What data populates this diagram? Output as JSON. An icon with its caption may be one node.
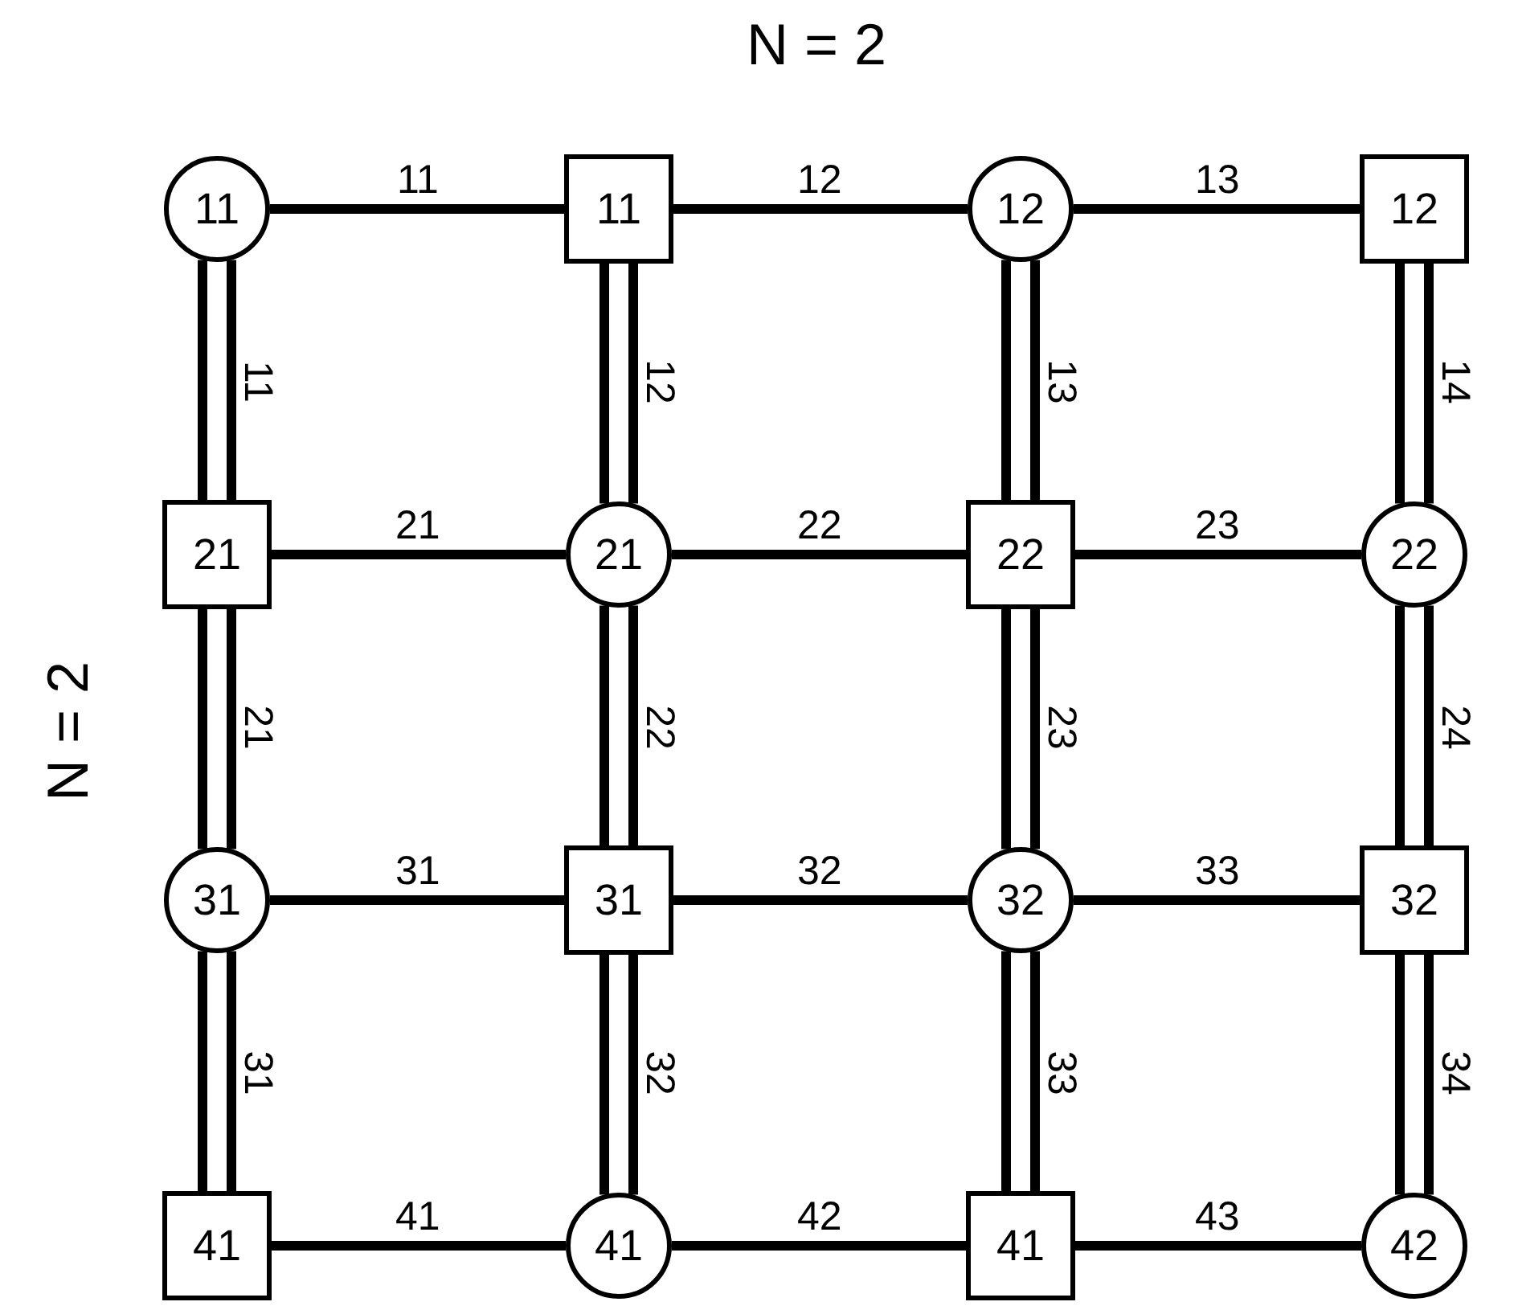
{
  "diagram": {
    "title": "N = 2",
    "nodes": [
      {
        "text": [
          "11"
        ]
      },
      {
        "text": [
          "11"
        ]
      },
      {
        "text": [
          "12"
        ]
      },
      {
        "text": [
          "12"
        ]
      },
      {
        "text": [
          "21"
        ]
      },
      {
        "text": [
          "21"
        ]
      },
      {
        "text": [
          "22"
        ]
      },
      {
        "text": [
          "22"
        ]
      },
      {
        "text": [
          "31"
        ]
      },
      {
        "text": [
          "31"
        ]
      },
      {
        "text": [
          "32"
        ]
      },
      {
        "text": [
          "32"
        ]
      },
      {
        "text": [
          "41"
        ]
      },
      {
        "text": [
          "41"
        ]
      },
      {
        "text": [
          "41"
        ]
      },
      {
        "text": [
          "42"
        ]
      }
    ],
    "edges": [
      {
        "from": 0,
        "to": 1,
        "arrow": "none",
        "label": "11"
      },
      {
        "from": 1,
        "to": 2,
        "arrow": "none",
        "label": "12"
      },
      {
        "from": 2,
        "to": 3,
        "arrow": "none",
        "label": "13"
      },
      {
        "from": 0,
        "to": 4,
        "arrow": "none",
        "label": "11"
      },
      {
        "from": 1,
        "to": 5,
        "arrow": "none",
        "label": "12"
      },
      {
        "from": 2,
        "to": 6,
        "arrow": "none",
        "label": "13"
      },
      {
        "from": 3,
        "to": 7,
        "arrow": "none",
        "label": "14"
      },
      {
        "from": 4,
        "to": 5,
        "arrow": "none",
        "label": "21"
      },
      {
        "from": 5,
        "to": 6,
        "arrow": "none",
        "label": "22"
      },
      {
        "from": 6,
        "to": 7,
        "arrow": "none",
        "label": "23"
      },
      {
        "from": 4,
        "to": 8,
        "arrow": "none",
        "label": "21"
      },
      {
        "from": 5,
        "to": 9,
        "arrow": "none",
        "label": "22"
      },
      {
        "from": 6,
        "to": 10,
        "arrow": "none",
        "label": "23"
      },
      {
        "from": 7,
        "to": 11,
        "arrow": "none",
        "label": "24"
      },
      {
        "from": 8,
        "to": 9,
        "arrow": "none",
        "label": "31"
      },
      {
        "from": 9,
        "to": 10,
        "arrow": "none",
        "label": "32"
      },
      {
        "from": 10,
        "to": 11,
        "arrow": "none",
        "label": "33"
      },
      {
        "from": 8,
        "to": 12,
        "arrow": "none",
        "label": "31"
      },
      {
        "from": 9,
        "to": 13,
        "arrow": "none",
        "label": "32"
      },
      {
        "from": 10,
        "to": 14,
        "arrow": "none",
        "label": "33"
      },
      {
        "from": 11,
        "to": 15,
        "arrow": "none",
        "label": "34"
      },
      {
        "from": 12,
        "to": 13,
        "arrow": "none",
        "label": "41"
      },
      {
        "from": 13,
        "to": 14,
        "arrow": "none",
        "label": "42"
      },
      {
        "from": 14,
        "to": 15,
        "arrow": "none",
        "label": "43"
      }
    ],
    "labels": [
      "N = 2"
    ]
  }
}
